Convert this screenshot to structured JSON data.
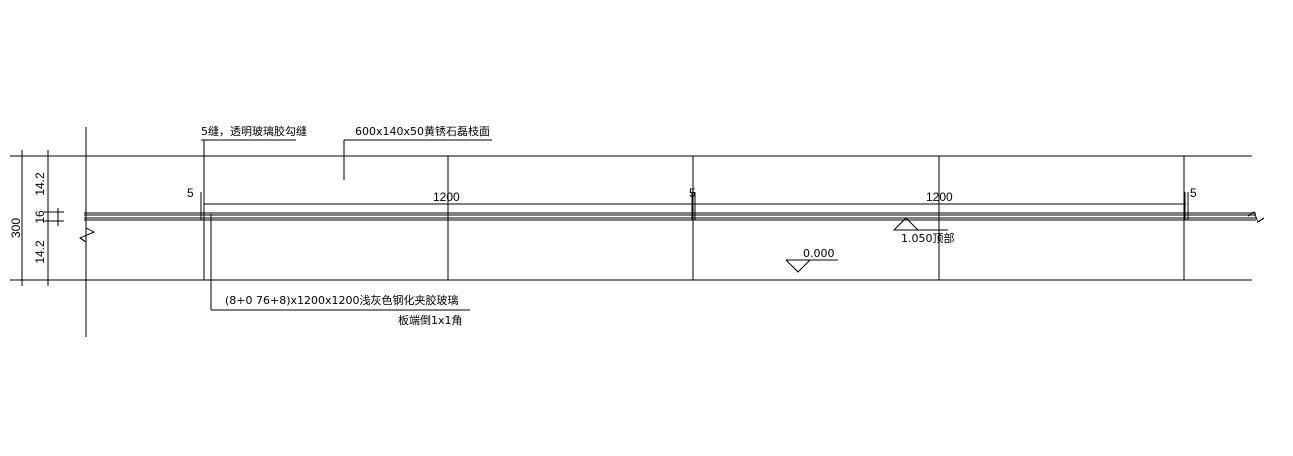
{
  "drawing": {
    "labels": {
      "glass_edge_seal": "5缝，透明玻璃胶勾缝",
      "stone_top": "600x140x50黄锈石磊枝面",
      "laminated_glass": "(8+0 76+8)x1200x1200浅灰色钢化夹胶玻璃",
      "edge_chamfer": "板端倒1x1角",
      "top_elevation": "1.050顶部",
      "base_elevation": "0.000"
    },
    "dimensions": {
      "total_height": "300",
      "upper_band": "14.2",
      "middle_band": "16",
      "lower_band": "14.2",
      "gap_left": "5",
      "gap_middle": "5",
      "gap_right": "5",
      "panel_width_1": "1200",
      "panel_width_2": "1200"
    }
  }
}
